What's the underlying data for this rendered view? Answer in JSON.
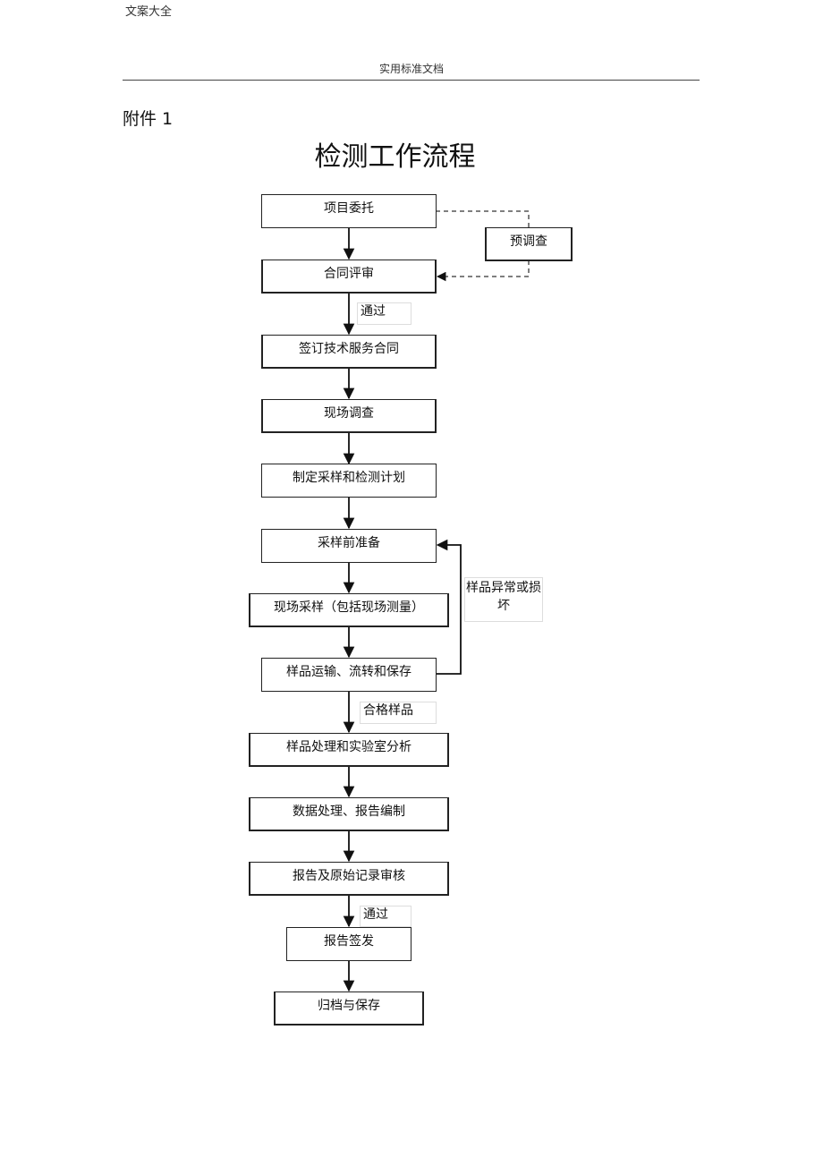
{
  "page": {
    "corner_label": "文案大全",
    "header": "实用标准文档",
    "attachment_label": "附件 1",
    "title": "检测工作流程"
  },
  "flowchart": {
    "steps": [
      "项目委托",
      "合同评审",
      "签订技术服务合同",
      "现场调查",
      "制定采样和检测计划",
      "采样前准备",
      "现场采样（包括现场测量）",
      "样品运输、流转和保存",
      "样品处理和实验室分析",
      "数据处理、报告编制",
      "报告及原始记录审核",
      "报告签发",
      "归档与保存"
    ],
    "pre_survey": "预调查",
    "edge_labels": {
      "pass_1": "通过",
      "qualified_sample": "合格样品",
      "pass_2": "通过"
    },
    "feedback_label": "样品异常或损坏"
  }
}
